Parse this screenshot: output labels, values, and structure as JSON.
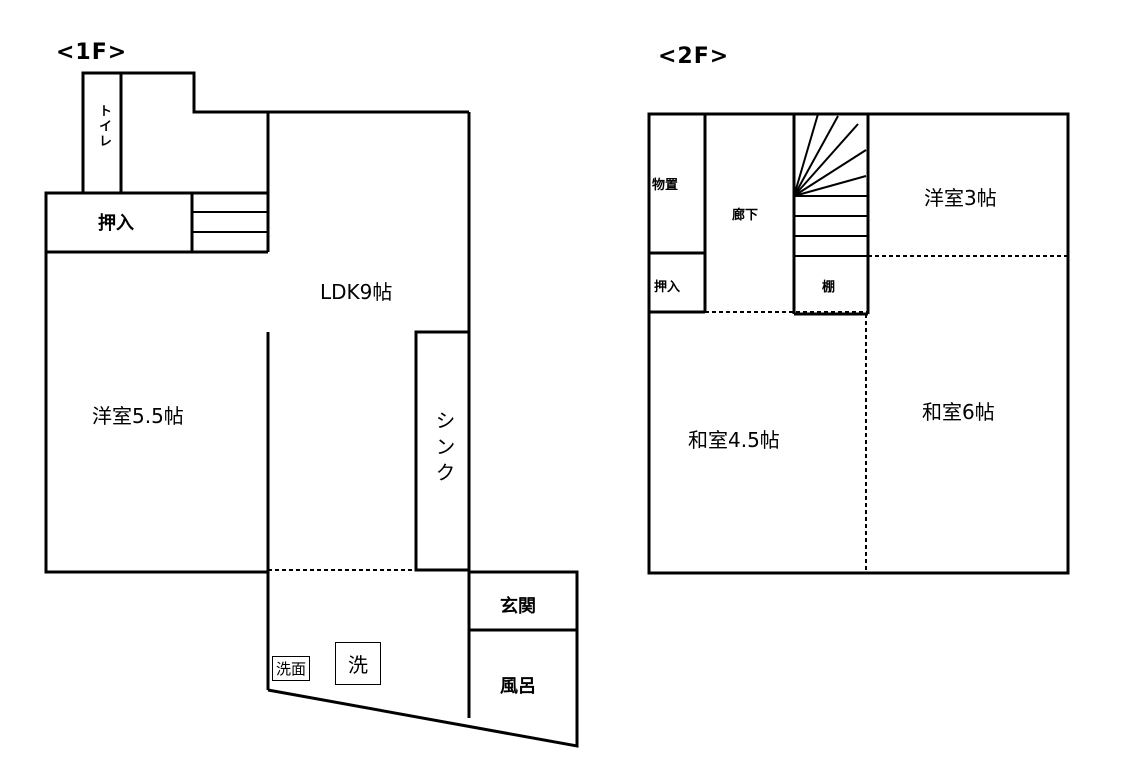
{
  "floor1": {
    "title": "<1F>",
    "rooms": {
      "toilet": "トイレ",
      "oshiire": "押入",
      "ldk": "LDK9帖",
      "youshitsu": "洋室5.5帖",
      "sink": "シンク",
      "genkan": "玄関",
      "furo": "風呂",
      "senmen": "洗面",
      "sen": "洗"
    }
  },
  "floor2": {
    "title": "<2F>",
    "rooms": {
      "monooki": "物置",
      "rouka": "廊下",
      "oshiire": "押入",
      "tana": "棚",
      "youshitsu3": "洋室3帖",
      "washitsu45": "和室4.5帖",
      "washitsu6": "和室6帖"
    }
  }
}
